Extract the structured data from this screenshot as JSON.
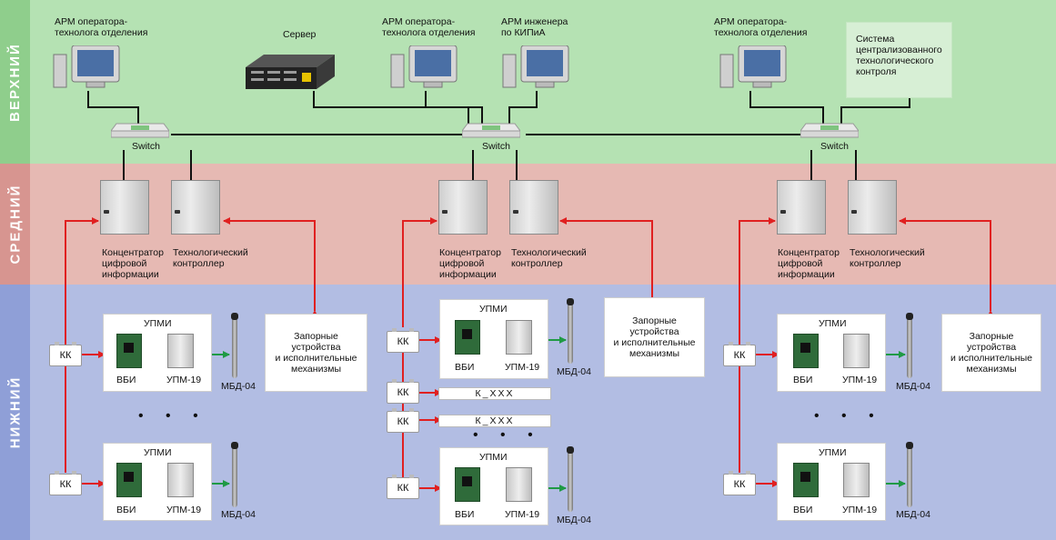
{
  "levels": {
    "top": "Верхний",
    "mid": "Средний",
    "low": "Нижний"
  },
  "colors": {
    "top_band": "#b5e2b3",
    "mid_band": "#e6b9b3",
    "low_band": "#b2bde3",
    "top_label": "#8fce8c",
    "mid_label": "#d79590",
    "low_label": "#8f9fd7",
    "red_link": "#e02020",
    "green_link": "#1f9a45",
    "network_line": "#111111"
  },
  "top": {
    "arm1": "АРМ оператора-\nтехнолога отделения",
    "server": "Сервер",
    "arm2": "АРМ оператора-\nтехнолога отделения",
    "arm_kipia": "АРМ инженера\nпо КИПиА",
    "arm3": "АРМ оператора-\nтехнолога отделения",
    "central_system": "Система\nцентрализованного\nтехнологического\nконтроля",
    "switch": "Switch"
  },
  "middle": {
    "concentrator": "Концентратор\nцифровой\nинформации",
    "controller": "Технологический\nконтроллер"
  },
  "bottom": {
    "upmi": "УПМИ",
    "vbi": "ВБИ",
    "upm19": "УПМ-19",
    "mbd04": "МБД-04",
    "kk": "КК",
    "valves": "Запорные\nустройства\nи исполнительные\nмеханизмы",
    "kxxx": "К_XXX",
    "ellipsis": "• • •"
  },
  "icons": [
    "monitor-icon",
    "server-icon",
    "switch-icon",
    "cabinet-icon",
    "board-icon",
    "module-icon",
    "probe-icon"
  ]
}
